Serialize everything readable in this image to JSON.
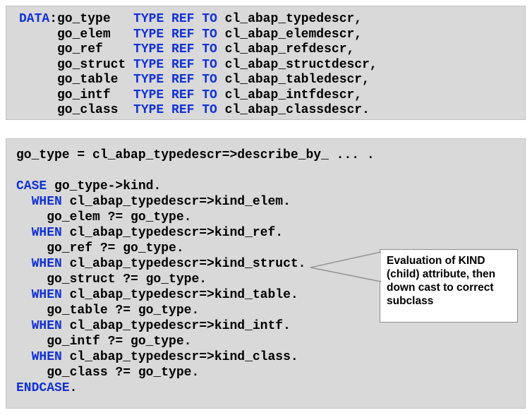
{
  "colors": {
    "box_bg": "#d9d9d9",
    "box_border": "#c2c2c2",
    "keyword": "#1232d4",
    "code_text": "#000000",
    "callout_bg": "#ffffff",
    "callout_border": "#8c8c8c",
    "callout_text": "#000000"
  },
  "top_code_box": {
    "lines": [
      [
        {
          "t": "DATA",
          "kw": true
        },
        {
          "t": ":go_type   ",
          "kw": false
        },
        {
          "t": "TYPE REF TO",
          "kw": true
        },
        {
          "t": " cl_abap_typedescr,",
          "kw": false
        }
      ],
      [
        {
          "t": "     go_elem   ",
          "kw": false
        },
        {
          "t": "TYPE REF TO",
          "kw": true
        },
        {
          "t": " cl_abap_elemdescr,",
          "kw": false
        }
      ],
      [
        {
          "t": "     go_ref    ",
          "kw": false
        },
        {
          "t": "TYPE REF TO",
          "kw": true
        },
        {
          "t": " cl_abap_refdescr,",
          "kw": false
        }
      ],
      [
        {
          "t": "     go_struct ",
          "kw": false
        },
        {
          "t": "TYPE REF TO",
          "kw": true
        },
        {
          "t": " cl_abap_structdescr,",
          "kw": false
        }
      ],
      [
        {
          "t": "     go_table  ",
          "kw": false
        },
        {
          "t": "TYPE REF TO",
          "kw": true
        },
        {
          "t": " cl_abap_tabledescr,",
          "kw": false
        }
      ],
      [
        {
          "t": "     go_intf   ",
          "kw": false
        },
        {
          "t": "TYPE REF TO",
          "kw": true
        },
        {
          "t": " cl_abap_intfdescr,",
          "kw": false
        }
      ],
      [
        {
          "t": "     go_class  ",
          "kw": false
        },
        {
          "t": "TYPE REF TO",
          "kw": true
        },
        {
          "t": " cl_abap_classdescr.",
          "kw": false
        }
      ]
    ]
  },
  "bottom_code_box": {
    "lines": [
      [
        {
          "t": "go_type = cl_abap_typedescr=>describe_by_ ... .",
          "kw": false
        }
      ],
      [],
      [
        {
          "t": "CASE",
          "kw": true
        },
        {
          "t": " go_type->kind.",
          "kw": false
        }
      ],
      [
        {
          "t": "  ",
          "kw": false
        },
        {
          "t": "WHEN",
          "kw": true
        },
        {
          "t": " cl_abap_typedescr=>kind_elem.",
          "kw": false
        }
      ],
      [
        {
          "t": "    go_elem ?= go_type.",
          "kw": false
        }
      ],
      [
        {
          "t": "  ",
          "kw": false
        },
        {
          "t": "WHEN",
          "kw": true
        },
        {
          "t": " cl_abap_typedescr=>kind_ref.",
          "kw": false
        }
      ],
      [
        {
          "t": "    go_ref ?= go_type.",
          "kw": false
        }
      ],
      [
        {
          "t": "  ",
          "kw": false
        },
        {
          "t": "WHEN",
          "kw": true
        },
        {
          "t": " cl_abap_typedescr=>kind_struct.",
          "kw": false
        }
      ],
      [
        {
          "t": "    go_struct ?= go_type.",
          "kw": false
        }
      ],
      [
        {
          "t": "  ",
          "kw": false
        },
        {
          "t": "WHEN",
          "kw": true
        },
        {
          "t": " cl_abap_typedescr=>kind_table.",
          "kw": false
        }
      ],
      [
        {
          "t": "    go_table ?= go_type.",
          "kw": false
        }
      ],
      [
        {
          "t": "  ",
          "kw": false
        },
        {
          "t": "WHEN",
          "kw": true
        },
        {
          "t": " cl_abap_typedescr=>kind_intf.",
          "kw": false
        }
      ],
      [
        {
          "t": "    go_intf ?= go_type.",
          "kw": false
        }
      ],
      [
        {
          "t": "  ",
          "kw": false
        },
        {
          "t": "WHEN",
          "kw": true
        },
        {
          "t": " cl_abap_typedescr=>kind_class.",
          "kw": false
        }
      ],
      [
        {
          "t": "    go_class ?= go_type.",
          "kw": false
        }
      ],
      [
        {
          "t": "ENDCASE",
          "kw": true
        },
        {
          "t": ".",
          "kw": false
        }
      ]
    ]
  },
  "callout": {
    "lines": [
      "Evaluation of KIND",
      "(child) attribute, then",
      "down cast to correct",
      "subclass"
    ]
  }
}
